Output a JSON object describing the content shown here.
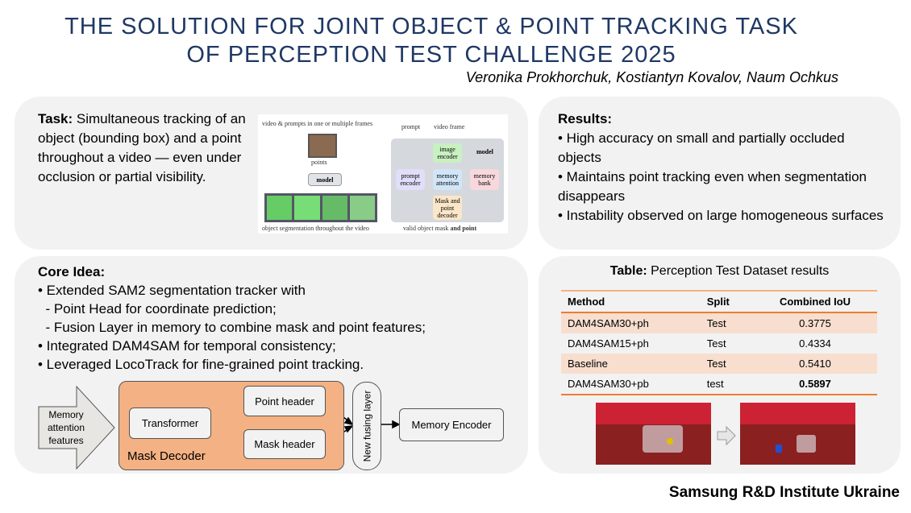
{
  "title_line1": "THE SOLUTION FOR JOINT OBJECT & POINT TRACKING TASK",
  "title_line2": "OF PERCEPTION TEST CHALLENGE 2025",
  "authors": "Veronika Prokhorchuk, Kostiantyn Kovalov, Naum Ochkus",
  "task": {
    "label": "Task:",
    "text": " Simultaneous tracking of an object (bounding box) and a point throughout a video — even under occlusion or partial visibility."
  },
  "figure": {
    "top_left": "video & prompts in one or multiple frames",
    "points": "points",
    "model": "model",
    "bottom_left": "object segmentation throughout the video",
    "prompt": "prompt",
    "video_frame": "video frame",
    "model_label": "model",
    "image_encoder": "image encoder",
    "prompt_encoder": "prompt encoder",
    "memory_attention": "memory attention",
    "memory_bank": "memory bank",
    "decoder": "Mask and point decoder",
    "output_a": "valid object mask ",
    "output_b": "and point"
  },
  "results": {
    "label": "Results:",
    "items": [
      "• High accuracy on small and partially occluded objects",
      "• Maintains point tracking even when segmentation disappears",
      "• Instability observed on large homogeneous surfaces"
    ]
  },
  "core": {
    "label": "Core Idea:",
    "items": [
      "• Extended SAM2 segmentation tracker with",
      "  - Point Head for coordinate prediction;",
      "  - Fusion Layer in memory to combine mask and point features;",
      "• Integrated DAM4SAM for temporal consistency;",
      "• Leveraged LocoTrack for fine-grained point tracking."
    ]
  },
  "flow": {
    "input": "Memory attention features",
    "transformer": "Transformer",
    "point_header": "Point header",
    "mask_header": "Mask header",
    "mask_decoder": "Mask Decoder",
    "fusing": "New fusing layer",
    "memory_encoder": "Memory Encoder"
  },
  "table": {
    "caption_label": "Table:",
    "caption": " Perception Test Dataset results",
    "headers": [
      "Method",
      "Split",
      "Combined IoU"
    ],
    "rows": [
      [
        "DAM4SAM30+ph",
        "Test",
        "0.3775"
      ],
      [
        "DAM4SAM15+ph",
        "Test",
        "0.4334"
      ],
      [
        "Baseline",
        "Test",
        "0.5410"
      ],
      [
        "DAM4SAM30+pb",
        "test",
        "0.5897"
      ]
    ]
  },
  "brand": "Samsung R&D Institute Ukraine",
  "colors": {
    "title": "#1f3864",
    "decoder": "#f4b183",
    "row_shade": "#f8dece",
    "rule": "#ed7d31"
  }
}
